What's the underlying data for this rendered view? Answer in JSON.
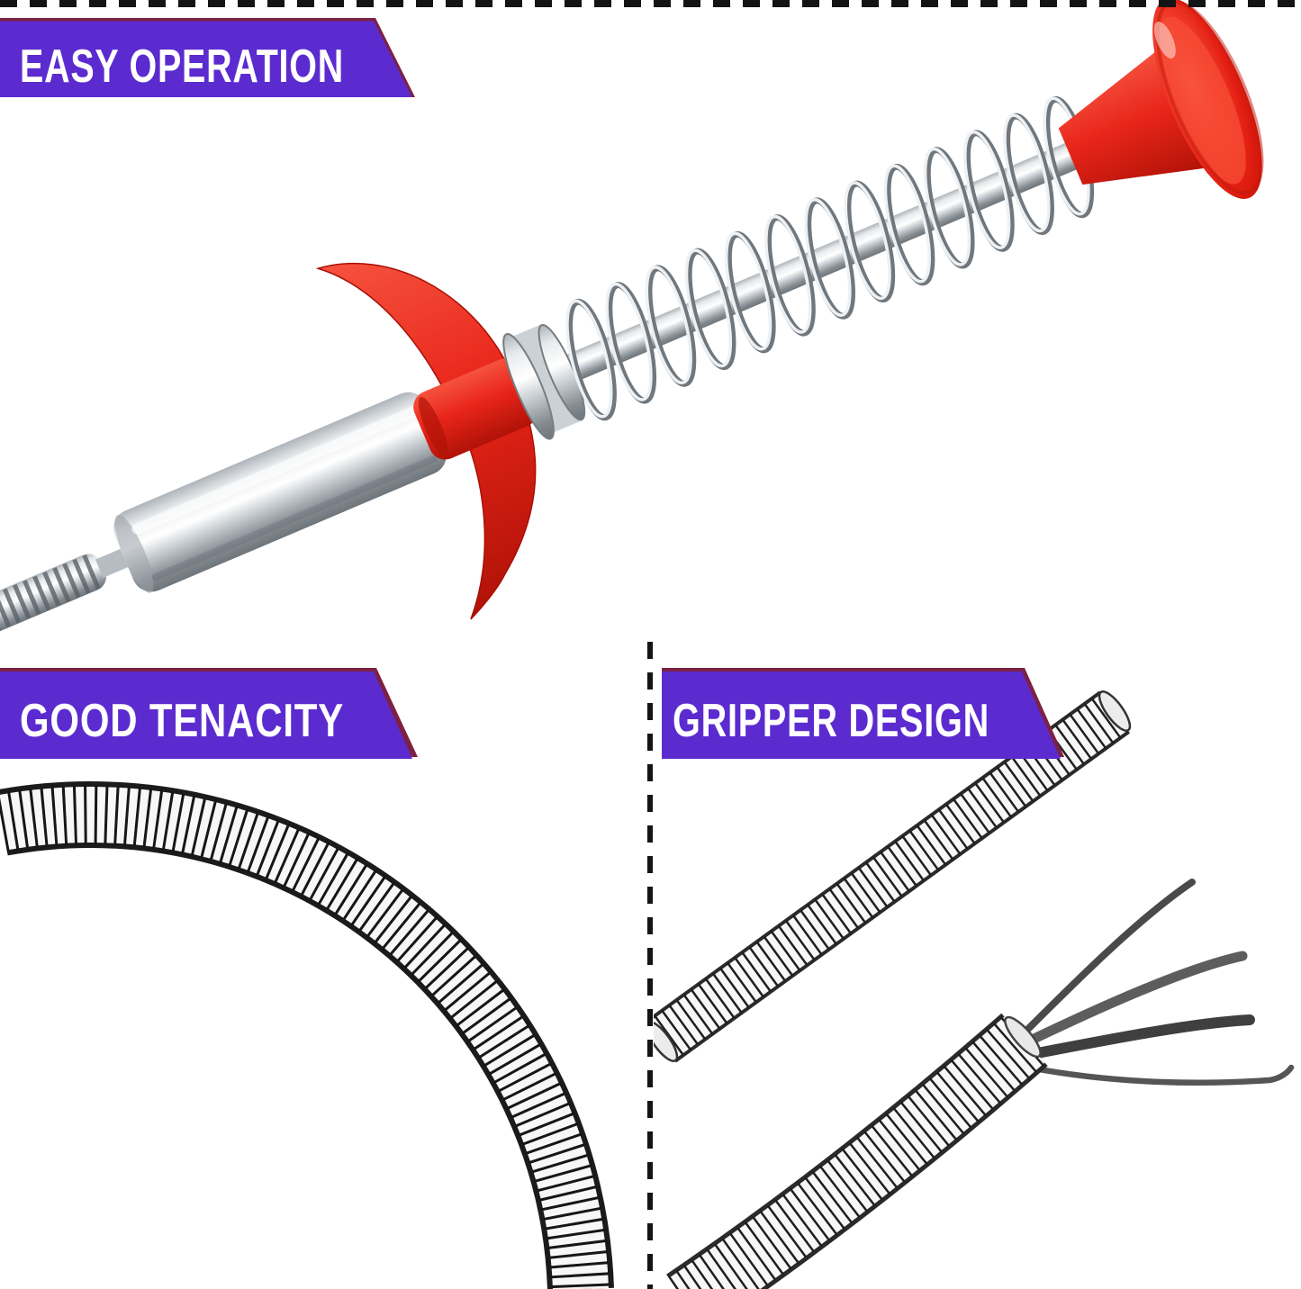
{
  "banners": {
    "easy_operation": "EASY OPERATION",
    "good_tenacity": "GOOD TENACITY",
    "gripper_design": "GRIPPER DESIGN"
  },
  "colors": {
    "background": "#ffffff",
    "banner_purple": "#5b2bd0",
    "banner_trim_maroon": "#7c2145",
    "banner_text": "#ffffff",
    "divider_black": "#141414",
    "plastic_red": "#e8251a",
    "plastic_red_dark": "#b01207",
    "chrome_light": "#f5f6f7",
    "chrome_mid": "#c3c9ce",
    "chrome_dark": "#6e757b",
    "cable_rib_black": "#161616"
  }
}
